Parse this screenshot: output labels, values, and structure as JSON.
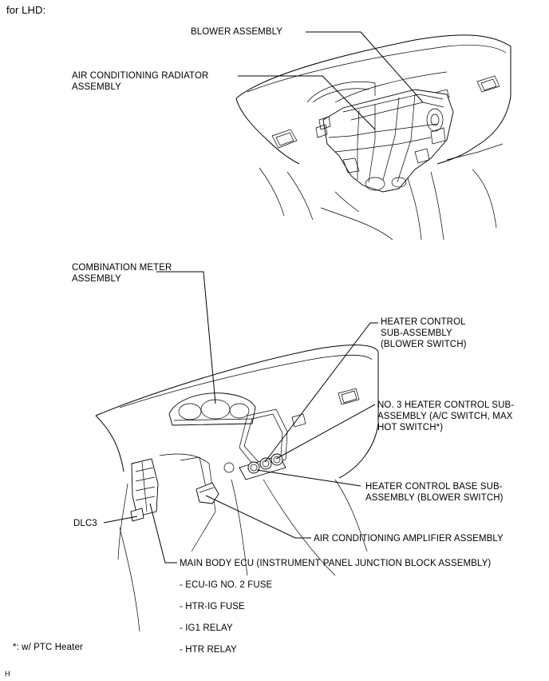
{
  "header": "for LHD:",
  "labels": {
    "blower_assembly": "BLOWER ASSEMBLY",
    "ac_radiator": "AIR CONDITIONING RADIATOR\nASSEMBLY",
    "combination_meter": "COMBINATION METER\nASSEMBLY",
    "heater_control": "HEATER CONTROL\nSUB-ASSEMBLY\n(BLOWER SWITCH)",
    "no3_heater_control": "NO. 3 HEATER CONTROL SUB-\nASSEMBLY (A/C SWITCH, MAX\nHOT SWITCH*)",
    "heater_control_base": "HEATER CONTROL BASE SUB-\nASSEMBLY (BLOWER SWITCH)",
    "dlc3": "DLC3",
    "ac_amplifier": "AIR CONDITIONING AMPLIFIER ASSEMBLY",
    "main_body_ecu": "MAIN BODY ECU (INSTRUMENT PANEL JUNCTION BLOCK ASSEMBLY)",
    "ecu_ig_fuse": "- ECU-IG NO. 2 FUSE",
    "htr_ig_fuse": "- HTR-IG FUSE",
    "ig1_relay": "- IG1 RELAY",
    "htr_relay": "- HTR RELAY"
  },
  "footnote": "*: w/ PTC Heater",
  "corner_code": "H"
}
